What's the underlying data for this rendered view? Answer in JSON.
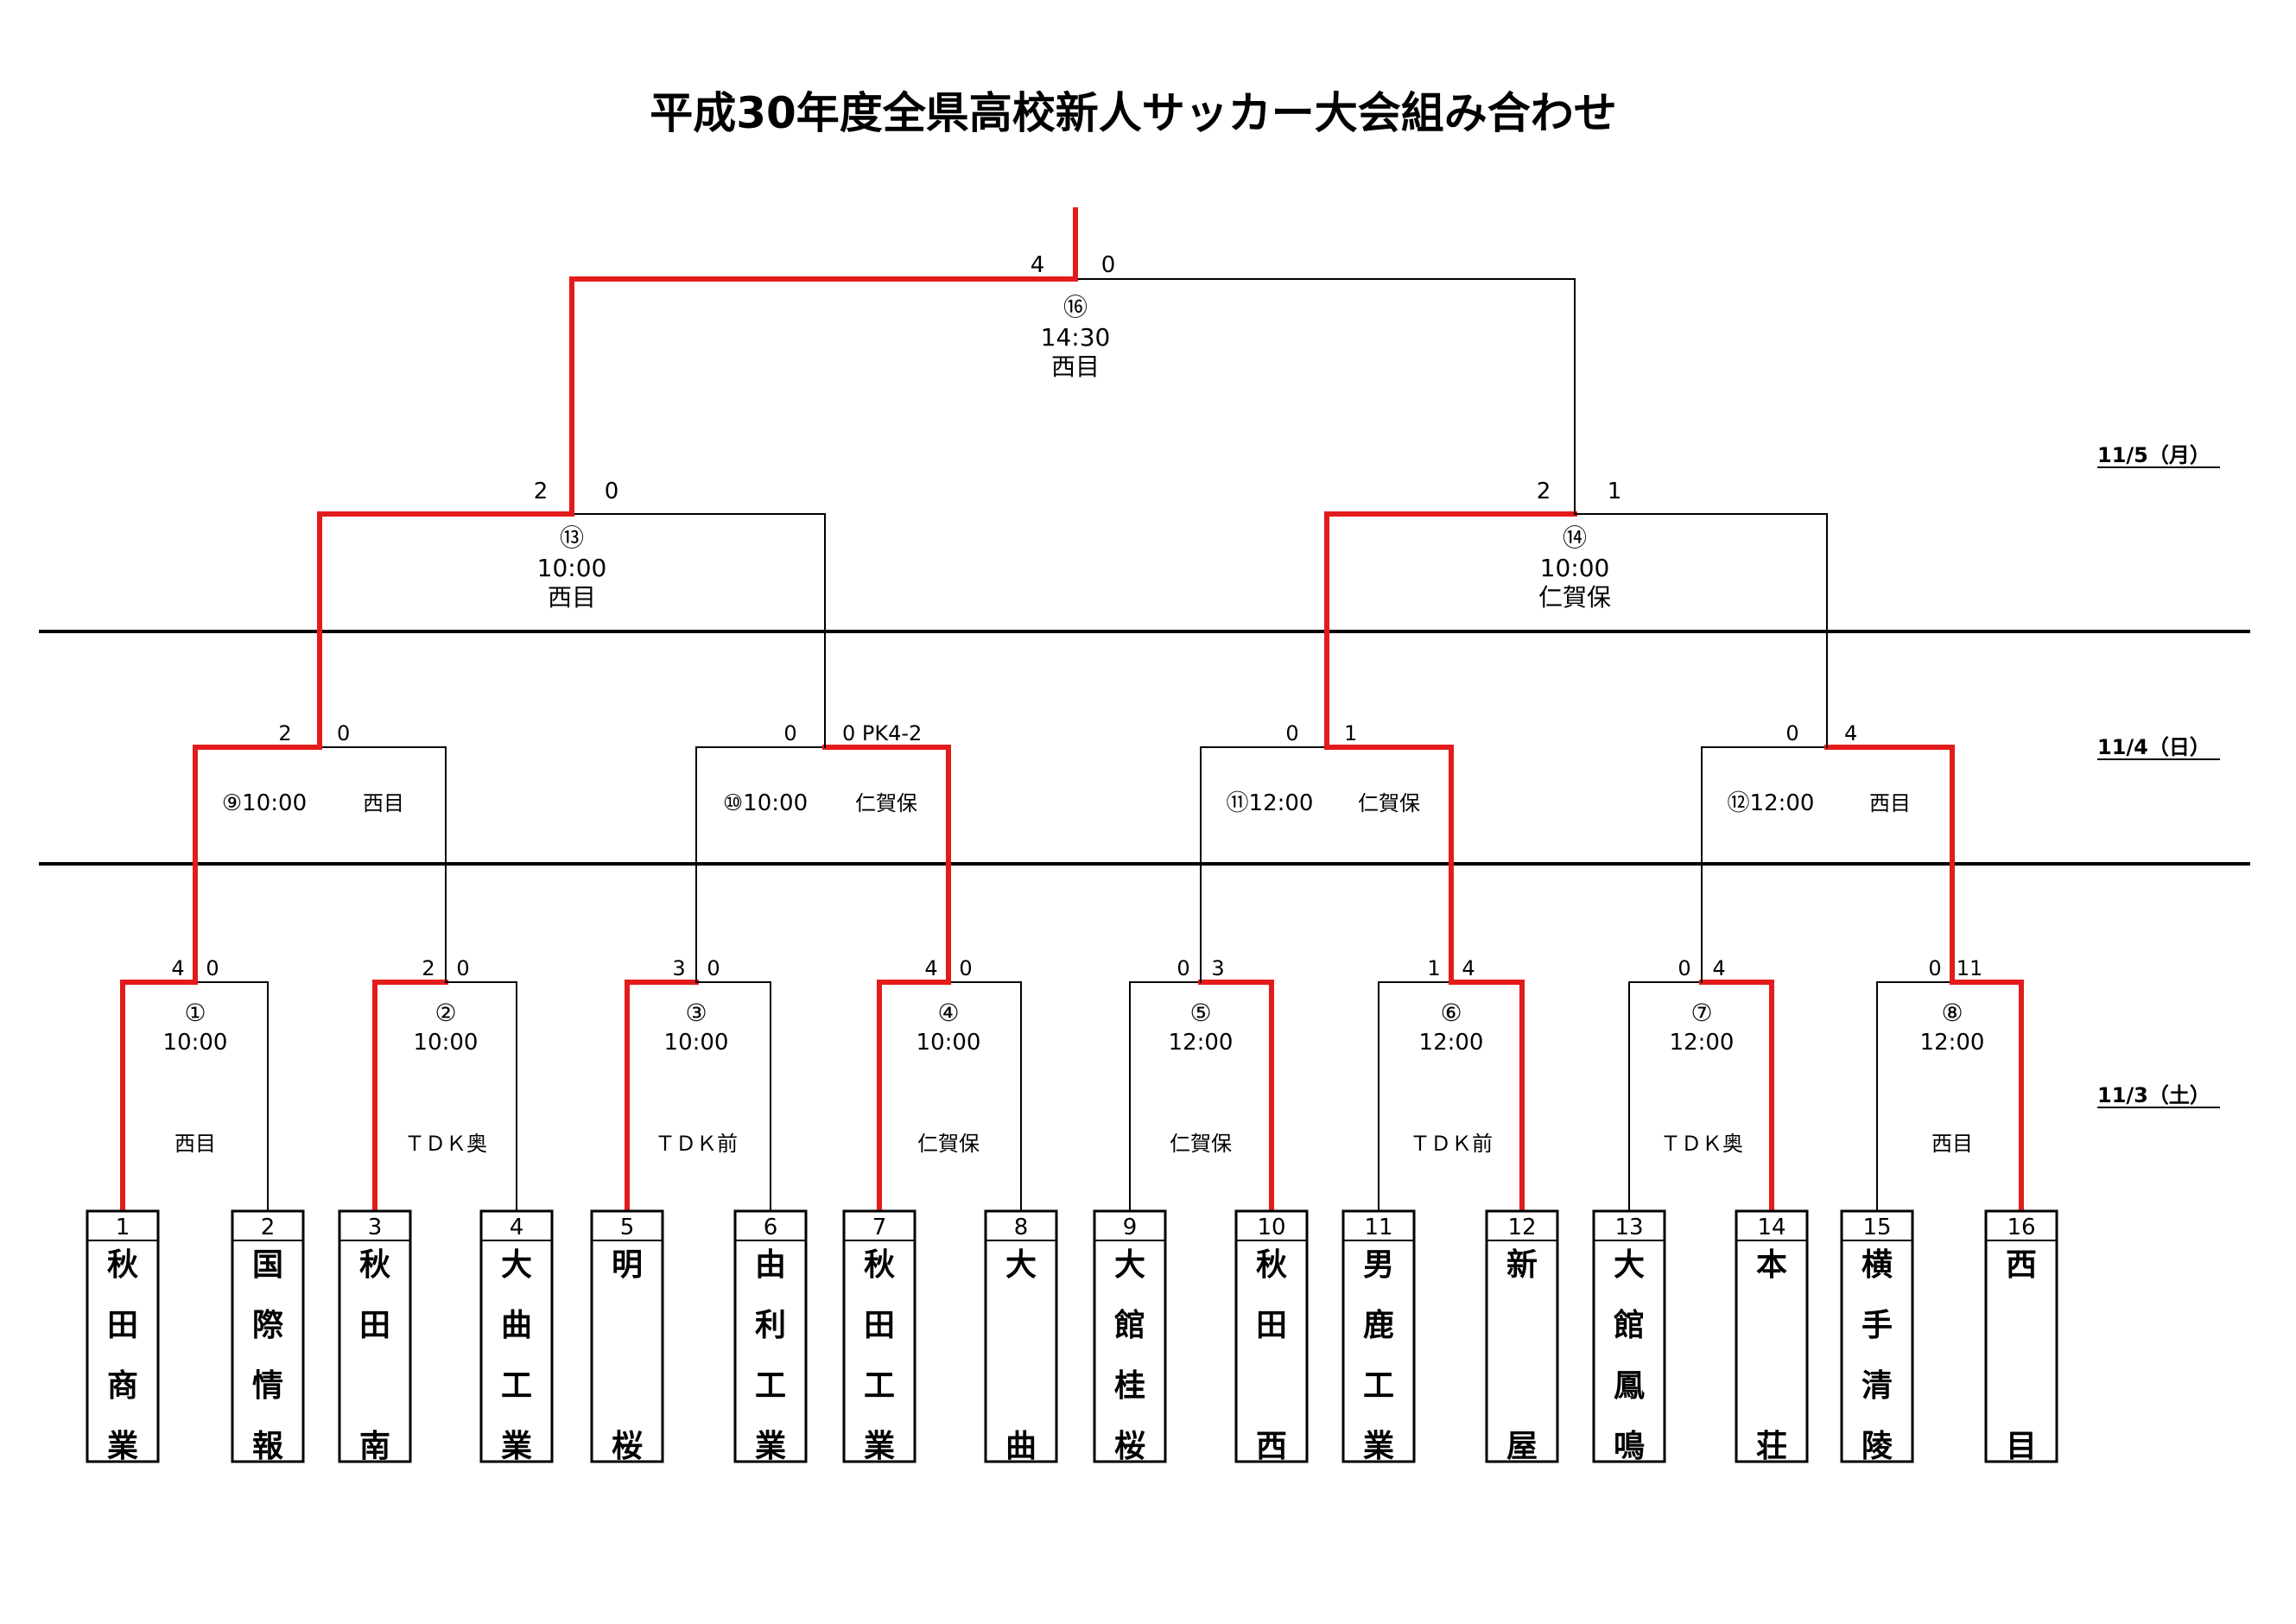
{
  "title": "平成30年度全県高校新人サッカー大会組み合わせ",
  "dates": {
    "day1": "11/3（土）",
    "day2": "11/4（日）",
    "day3": "11/5（月）"
  },
  "teams": [
    {
      "seed": "1",
      "name": "秋田商業"
    },
    {
      "seed": "2",
      "name": "国際情報"
    },
    {
      "seed": "3",
      "name": "秋田南"
    },
    {
      "seed": "4",
      "name": "大曲工業"
    },
    {
      "seed": "5",
      "name": "明桜"
    },
    {
      "seed": "6",
      "name": "由利工業"
    },
    {
      "seed": "7",
      "name": "秋田工業"
    },
    {
      "seed": "8",
      "name": "大曲"
    },
    {
      "seed": "9",
      "name": "大館桂桜"
    },
    {
      "seed": "10",
      "name": "秋田西"
    },
    {
      "seed": "11",
      "name": "男鹿工業"
    },
    {
      "seed": "12",
      "name": "新屋"
    },
    {
      "seed": "13",
      "name": "大館鳳鳴"
    },
    {
      "seed": "14",
      "name": "本荘"
    },
    {
      "seed": "15",
      "name": "横手清陵"
    },
    {
      "seed": "16",
      "name": "西目"
    }
  ],
  "round1": [
    {
      "no": "①",
      "time": "10:00",
      "venue": "西目",
      "score_left": "4",
      "score_right": "0",
      "winner": "left"
    },
    {
      "no": "②",
      "time": "10:00",
      "venue": "ＴＤＫ奥",
      "score_left": "2",
      "score_right": "0",
      "winner": "left"
    },
    {
      "no": "③",
      "time": "10:00",
      "venue": "ＴＤＫ前",
      "score_left": "3",
      "score_right": "0",
      "winner": "left"
    },
    {
      "no": "④",
      "time": "10:00",
      "venue": "仁賀保",
      "score_left": "4",
      "score_right": "0",
      "winner": "left"
    },
    {
      "no": "⑤",
      "time": "12:00",
      "venue": "仁賀保",
      "score_left": "0",
      "score_right": "3",
      "winner": "right"
    },
    {
      "no": "⑥",
      "time": "12:00",
      "venue": "ＴＤＫ前",
      "score_left": "1",
      "score_right": "4",
      "winner": "right"
    },
    {
      "no": "⑦",
      "time": "12:00",
      "venue": "ＴＤＫ奥",
      "score_left": "0",
      "score_right": "4",
      "winner": "right"
    },
    {
      "no": "⑧",
      "time": "12:00",
      "venue": "西目",
      "score_left": "0",
      "score_right": "11",
      "winner": "right"
    }
  ],
  "round2": [
    {
      "label": "⑨10:00",
      "venue": "西目",
      "score_left": "2",
      "score_right": "0",
      "winner": "left"
    },
    {
      "label": "⑩10:00",
      "venue": "仁賀保",
      "score_left": "0",
      "score_right": "0 PK4-2",
      "winner": "right"
    },
    {
      "label": "⑪12:00",
      "venue": "仁賀保",
      "score_left": "0",
      "score_right": "1",
      "winner": "right"
    },
    {
      "label": "⑫12:00",
      "venue": "西目",
      "score_left": "0",
      "score_right": "4",
      "winner": "right"
    }
  ],
  "semis": [
    {
      "no": "⑬",
      "time": "10:00",
      "venue": "西目",
      "score_left": "2",
      "score_right": "0",
      "winner": "left"
    },
    {
      "no": "⑭",
      "time": "10:00",
      "venue": "仁賀保",
      "score_left": "2",
      "score_right": "1",
      "winner": "left"
    }
  ],
  "final": {
    "no": "⑯",
    "time": "14:30",
    "venue": "西目",
    "score_left": "4",
    "score_right": "0",
    "winner": "left"
  },
  "colors": {
    "winner_line": "#e31b1b",
    "line": "#000000"
  }
}
